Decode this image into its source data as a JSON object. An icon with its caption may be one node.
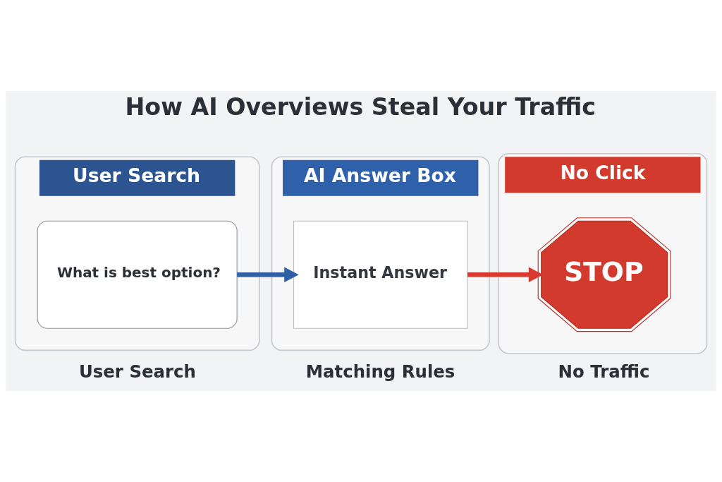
{
  "diagram": {
    "title": "How AI Overviews Steal Your Traffic",
    "nodes": [
      {
        "text": [
          "User Search"
        ]
      },
      {
        "text": [
          "What is best option?"
        ],
        "in": 0
      },
      {
        "text": [
          "AI Answer Box"
        ]
      },
      {
        "text": [
          "Instant Answer"
        ],
        "in": 2
      },
      {
        "text": [
          "No Click"
        ]
      },
      {
        "text": [
          "STOP"
        ],
        "in": 4
      }
    ],
    "edges": [
      {
        "from": 1,
        "to": 3,
        "arrow": "to",
        "color": "#2f5fa5"
      },
      {
        "from": 3,
        "to": 5,
        "arrow": "to",
        "color": "#d9392f"
      }
    ],
    "labels": [
      "User Search",
      "Matching Rules",
      "No Traffic"
    ]
  }
}
